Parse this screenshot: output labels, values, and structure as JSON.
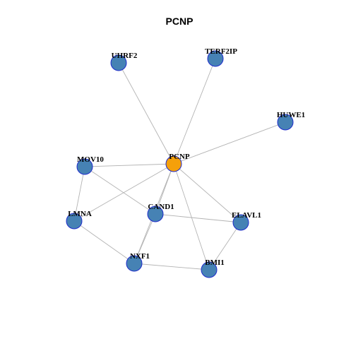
{
  "title": "PCNP",
  "colors": {
    "hub_fill": "#f5a00a",
    "node_fill": "#4682b4",
    "node_stroke": "#1f2ccc",
    "edge": "#b3b3b3"
  },
  "nodes": [
    {
      "id": "PCNP",
      "label": "PCNP",
      "hub": true
    },
    {
      "id": "UHRF2",
      "label": "UHRF2",
      "hub": false
    },
    {
      "id": "TERF2IP",
      "label": "TERF2IP",
      "hub": false
    },
    {
      "id": "HUWE1",
      "label": "HUWE1",
      "hub": false
    },
    {
      "id": "MOV10",
      "label": "MOV10",
      "hub": false
    },
    {
      "id": "LMNA",
      "label": "LMNA",
      "hub": false
    },
    {
      "id": "CAND1",
      "label": "CAND1",
      "hub": false
    },
    {
      "id": "ELAVL1",
      "label": "ELAVL1",
      "hub": false
    },
    {
      "id": "NXF1",
      "label": "NXF1",
      "hub": false
    },
    {
      "id": "BMI1",
      "label": "BMI1",
      "hub": false
    }
  ],
  "edges": [
    [
      "PCNP",
      "UHRF2"
    ],
    [
      "PCNP",
      "TERF2IP"
    ],
    [
      "PCNP",
      "HUWE1"
    ],
    [
      "PCNP",
      "MOV10"
    ],
    [
      "PCNP",
      "LMNA"
    ],
    [
      "PCNP",
      "CAND1"
    ],
    [
      "PCNP",
      "ELAVL1"
    ],
    [
      "PCNP",
      "NXF1"
    ],
    [
      "PCNP",
      "BMI1"
    ],
    [
      "MOV10",
      "LMNA"
    ],
    [
      "MOV10",
      "CAND1"
    ],
    [
      "LMNA",
      "NXF1"
    ],
    [
      "CAND1",
      "ELAVL1"
    ],
    [
      "CAND1",
      "NXF1"
    ],
    [
      "ELAVL1",
      "BMI1"
    ],
    [
      "NXF1",
      "BMI1"
    ]
  ]
}
